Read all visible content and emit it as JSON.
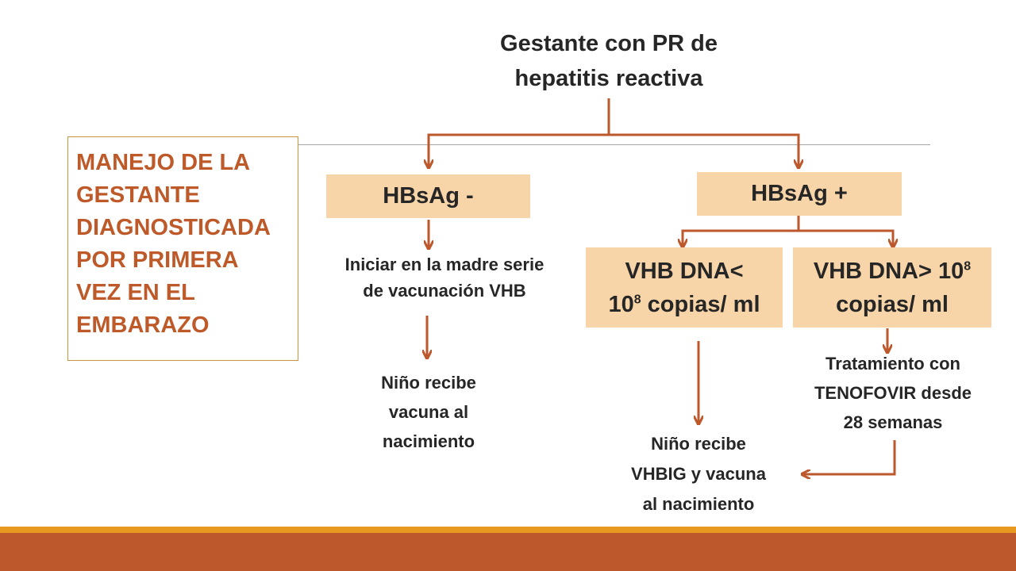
{
  "colors": {
    "connector": "#BC582C",
    "box_fill": "#F8D5A8",
    "title_text": "#BE5A29",
    "title_border": "#C9963F",
    "footer_top": "#E79A1F",
    "footer_main": "#BC582C",
    "rule": "#A6A6A6"
  },
  "root": {
    "line1": "Gestante con PR de",
    "line2": "hepatitis reactiva"
  },
  "side_title": {
    "lines": [
      "MANEJO DE LA",
      "GESTANTE",
      "DIAGNOSTICADA",
      "POR PRIMERA",
      "VEZ EN EL",
      "EMBARAZO"
    ]
  },
  "left_branch": {
    "box_label": "HBsAg -",
    "step1": {
      "line1": "Iniciar en la madre serie",
      "line2": "de vacunación VHB"
    },
    "step2": {
      "line1": "Niño recibe",
      "line2": "vacuna al",
      "line3": "nacimiento"
    }
  },
  "right_branch": {
    "box_label": "HBsAg +",
    "low": {
      "line1": "VHB DNA<",
      "line2_base": "10",
      "line2_exp": "8",
      "line2_rest": " copias/ ml"
    },
    "high": {
      "line1_base": "VHB DNA> 10",
      "line1_exp": "8",
      "line2": "copias/ ml"
    },
    "treatment": {
      "line1": "Tratamiento con",
      "line2": "TENOFOVIR desde",
      "line3": "28 semanas"
    },
    "outcome": {
      "line1": "Niño recibe",
      "line2": "VHBIG y vacuna",
      "line3": "al nacimiento"
    }
  }
}
